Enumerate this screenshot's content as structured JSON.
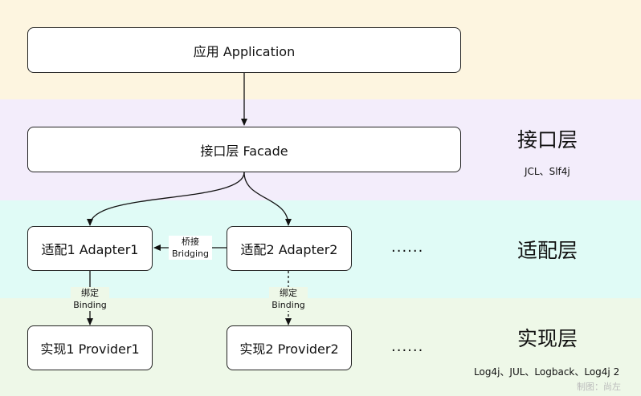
{
  "boxes": {
    "app": "应用 Application",
    "facade": "接口层 Facade",
    "adapter1": "适配1 Adapter1",
    "adapter2": "适配2 Adapter2",
    "provider1": "实现1 Provider1",
    "provider2": "实现2 Provider2"
  },
  "layers": {
    "facade_title": "接口层",
    "facade_examples": "JCL、Slf4j",
    "adapter_title": "适配层",
    "provider_title": "实现层",
    "provider_examples": "Log4j、JUL、Logback、Log4j 2"
  },
  "edges": {
    "bridging_cn": "桥接",
    "bridging_en": "Bridging",
    "binding_cn": "绑定",
    "binding_en": "Binding"
  },
  "ellipsis": "......",
  "watermark": "制图：尚左"
}
